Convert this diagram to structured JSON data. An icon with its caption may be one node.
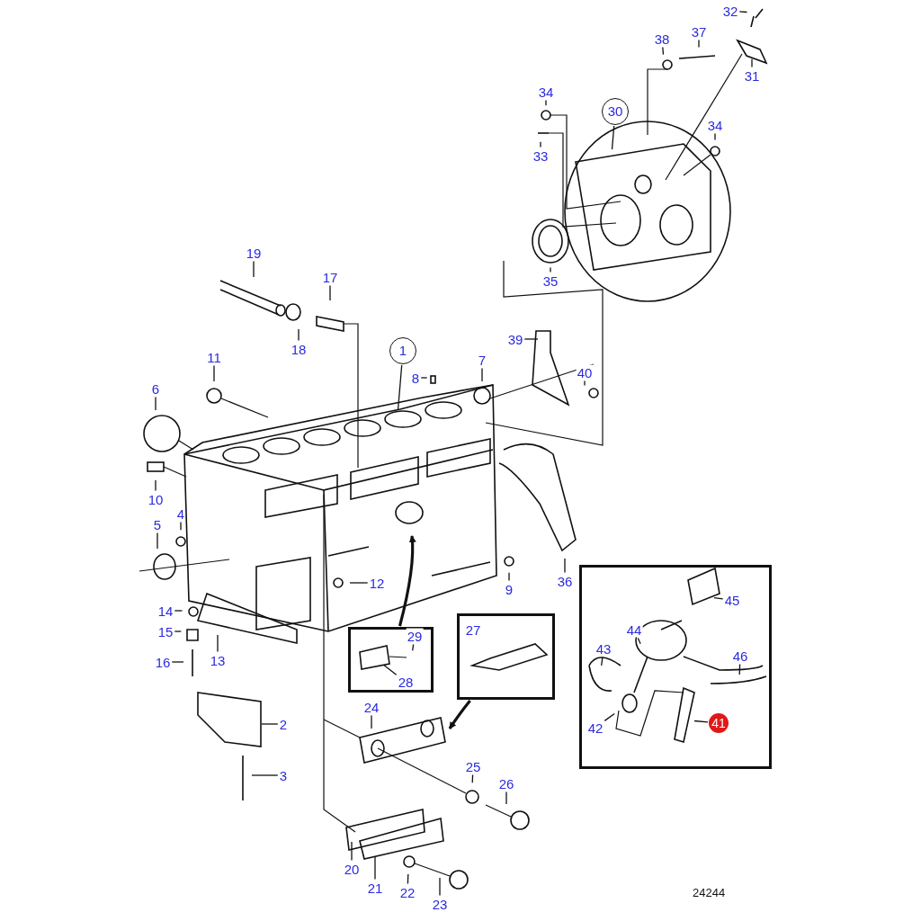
{
  "diagram": {
    "nodes": [
      {
        "text": [],
        "shape": "box"
      },
      {
        "text": [],
        "shape": "box"
      },
      {
        "text": [],
        "shape": "box"
      },
      {
        "text": [
          "1"
        ]
      },
      {
        "text": [
          "2"
        ]
      },
      {
        "text": [
          "3"
        ]
      },
      {
        "text": [
          "4"
        ]
      },
      {
        "text": [
          "5"
        ]
      },
      {
        "text": [
          "6"
        ]
      },
      {
        "text": [
          "7"
        ]
      },
      {
        "text": [
          "8"
        ]
      },
      {
        "text": [
          "9"
        ]
      },
      {
        "text": [
          "10"
        ]
      },
      {
        "text": [
          "11"
        ]
      },
      {
        "text": [
          "12"
        ]
      },
      {
        "text": [
          "13"
        ]
      },
      {
        "text": [
          "14"
        ]
      },
      {
        "text": [
          "15"
        ]
      },
      {
        "text": [
          "16"
        ]
      },
      {
        "text": [
          "17"
        ]
      },
      {
        "text": [
          "18"
        ]
      },
      {
        "text": [
          "19"
        ]
      },
      {
        "text": [
          "20"
        ]
      },
      {
        "text": [
          "21"
        ]
      },
      {
        "text": [
          "22"
        ]
      },
      {
        "text": [
          "23"
        ]
      },
      {
        "text": [
          "24"
        ]
      },
      {
        "text": [
          "25"
        ]
      },
      {
        "text": [
          "26"
        ]
      },
      {
        "text": [
          "27"
        ],
        "in": 1
      },
      {
        "text": [
          "28"
        ],
        "in": 0
      },
      {
        "text": [
          "29"
        ],
        "in": 0
      },
      {
        "text": [
          "30"
        ]
      },
      {
        "text": [
          "31"
        ]
      },
      {
        "text": [
          "32"
        ]
      },
      {
        "text": [
          "33"
        ]
      },
      {
        "text": [
          "34"
        ]
      },
      {
        "text": [
          "34"
        ]
      },
      {
        "text": [
          "35"
        ]
      },
      {
        "text": [
          "36"
        ]
      },
      {
        "text": [
          "37"
        ]
      },
      {
        "text": [
          "38"
        ]
      },
      {
        "text": [
          "39"
        ]
      },
      {
        "text": [
          "40"
        ]
      },
      {
        "text": [
          "41"
        ],
        "in": 2
      },
      {
        "text": [
          "42"
        ],
        "in": 2
      },
      {
        "text": [
          "43"
        ],
        "in": 2
      },
      {
        "text": [
          "44"
        ],
        "in": 2
      },
      {
        "text": [
          "45"
        ],
        "in": 2
      },
      {
        "text": [
          "46"
        ],
        "in": 2
      }
    ],
    "edges": [
      {
        "from": 3,
        "to": null,
        "arrow": "none"
      },
      {
        "from": 4,
        "to": null,
        "arrow": "none"
      },
      {
        "from": 5,
        "to": null,
        "arrow": "none"
      },
      {
        "from": 6,
        "to": null,
        "arrow": "none"
      },
      {
        "from": 7,
        "to": null,
        "arrow": "none"
      },
      {
        "from": 8,
        "to": null,
        "arrow": "none"
      },
      {
        "from": 9,
        "to": null,
        "arrow": "none"
      },
      {
        "from": 10,
        "to": null,
        "arrow": "none"
      },
      {
        "from": 11,
        "to": null,
        "arrow": "none"
      },
      {
        "from": 12,
        "to": null,
        "arrow": "none"
      },
      {
        "from": 13,
        "to": null,
        "arrow": "none"
      },
      {
        "from": 14,
        "to": null,
        "arrow": "none"
      },
      {
        "from": 15,
        "to": null,
        "arrow": "none"
      },
      {
        "from": 16,
        "to": null,
        "arrow": "none"
      },
      {
        "from": 17,
        "to": null,
        "arrow": "none"
      },
      {
        "from": 18,
        "to": null,
        "arrow": "none"
      },
      {
        "from": 19,
        "to": null,
        "arrow": "none"
      },
      {
        "from": 20,
        "to": null,
        "arrow": "none"
      },
      {
        "from": 21,
        "to": null,
        "arrow": "none"
      },
      {
        "from": 22,
        "to": null,
        "arrow": "none"
      },
      {
        "from": 23,
        "to": null,
        "arrow": "none"
      },
      {
        "from": 24,
        "to": null,
        "arrow": "none"
      },
      {
        "from": 25,
        "to": null,
        "arrow": "none"
      },
      {
        "from": 26,
        "to": null,
        "arrow": "none"
      },
      {
        "from": 27,
        "to": null,
        "arrow": "none"
      },
      {
        "from": 28,
        "to": null,
        "arrow": "none"
      },
      {
        "from": 30,
        "to": null,
        "arrow": "none"
      },
      {
        "from": 31,
        "to": null,
        "arrow": "none"
      },
      {
        "from": 32,
        "to": null,
        "arrow": "none"
      },
      {
        "from": 33,
        "to": null,
        "arrow": "none"
      },
      {
        "from": 34,
        "to": null,
        "arrow": "none"
      },
      {
        "from": 35,
        "to": null,
        "arrow": "none"
      },
      {
        "from": 36,
        "to": null,
        "arrow": "none"
      },
      {
        "from": 37,
        "to": null,
        "arrow": "none"
      },
      {
        "from": 38,
        "to": null,
        "arrow": "none"
      },
      {
        "from": 39,
        "to": null,
        "arrow": "none"
      },
      {
        "from": 40,
        "to": null,
        "arrow": "none"
      },
      {
        "from": 41,
        "to": null,
        "arrow": "none"
      },
      {
        "from": 42,
        "to": null,
        "arrow": "none"
      },
      {
        "from": 43,
        "to": null,
        "arrow": "none"
      },
      {
        "from": 44,
        "to": null,
        "arrow": "none"
      },
      {
        "from": 45,
        "to": null,
        "arrow": "none"
      },
      {
        "from": 46,
        "to": null,
        "arrow": "none"
      },
      {
        "from": 47,
        "to": null,
        "arrow": "none"
      },
      {
        "from": 48,
        "to": null,
        "arrow": "none"
      },
      {
        "from": 49,
        "to": null,
        "arrow": "none"
      },
      {
        "from": 0,
        "to": null,
        "arrow": "to",
        "style": "thick"
      },
      {
        "from": 1,
        "to": null,
        "arrow": "to",
        "style": "thick"
      }
    ],
    "labels": [
      "24244"
    ]
  }
}
